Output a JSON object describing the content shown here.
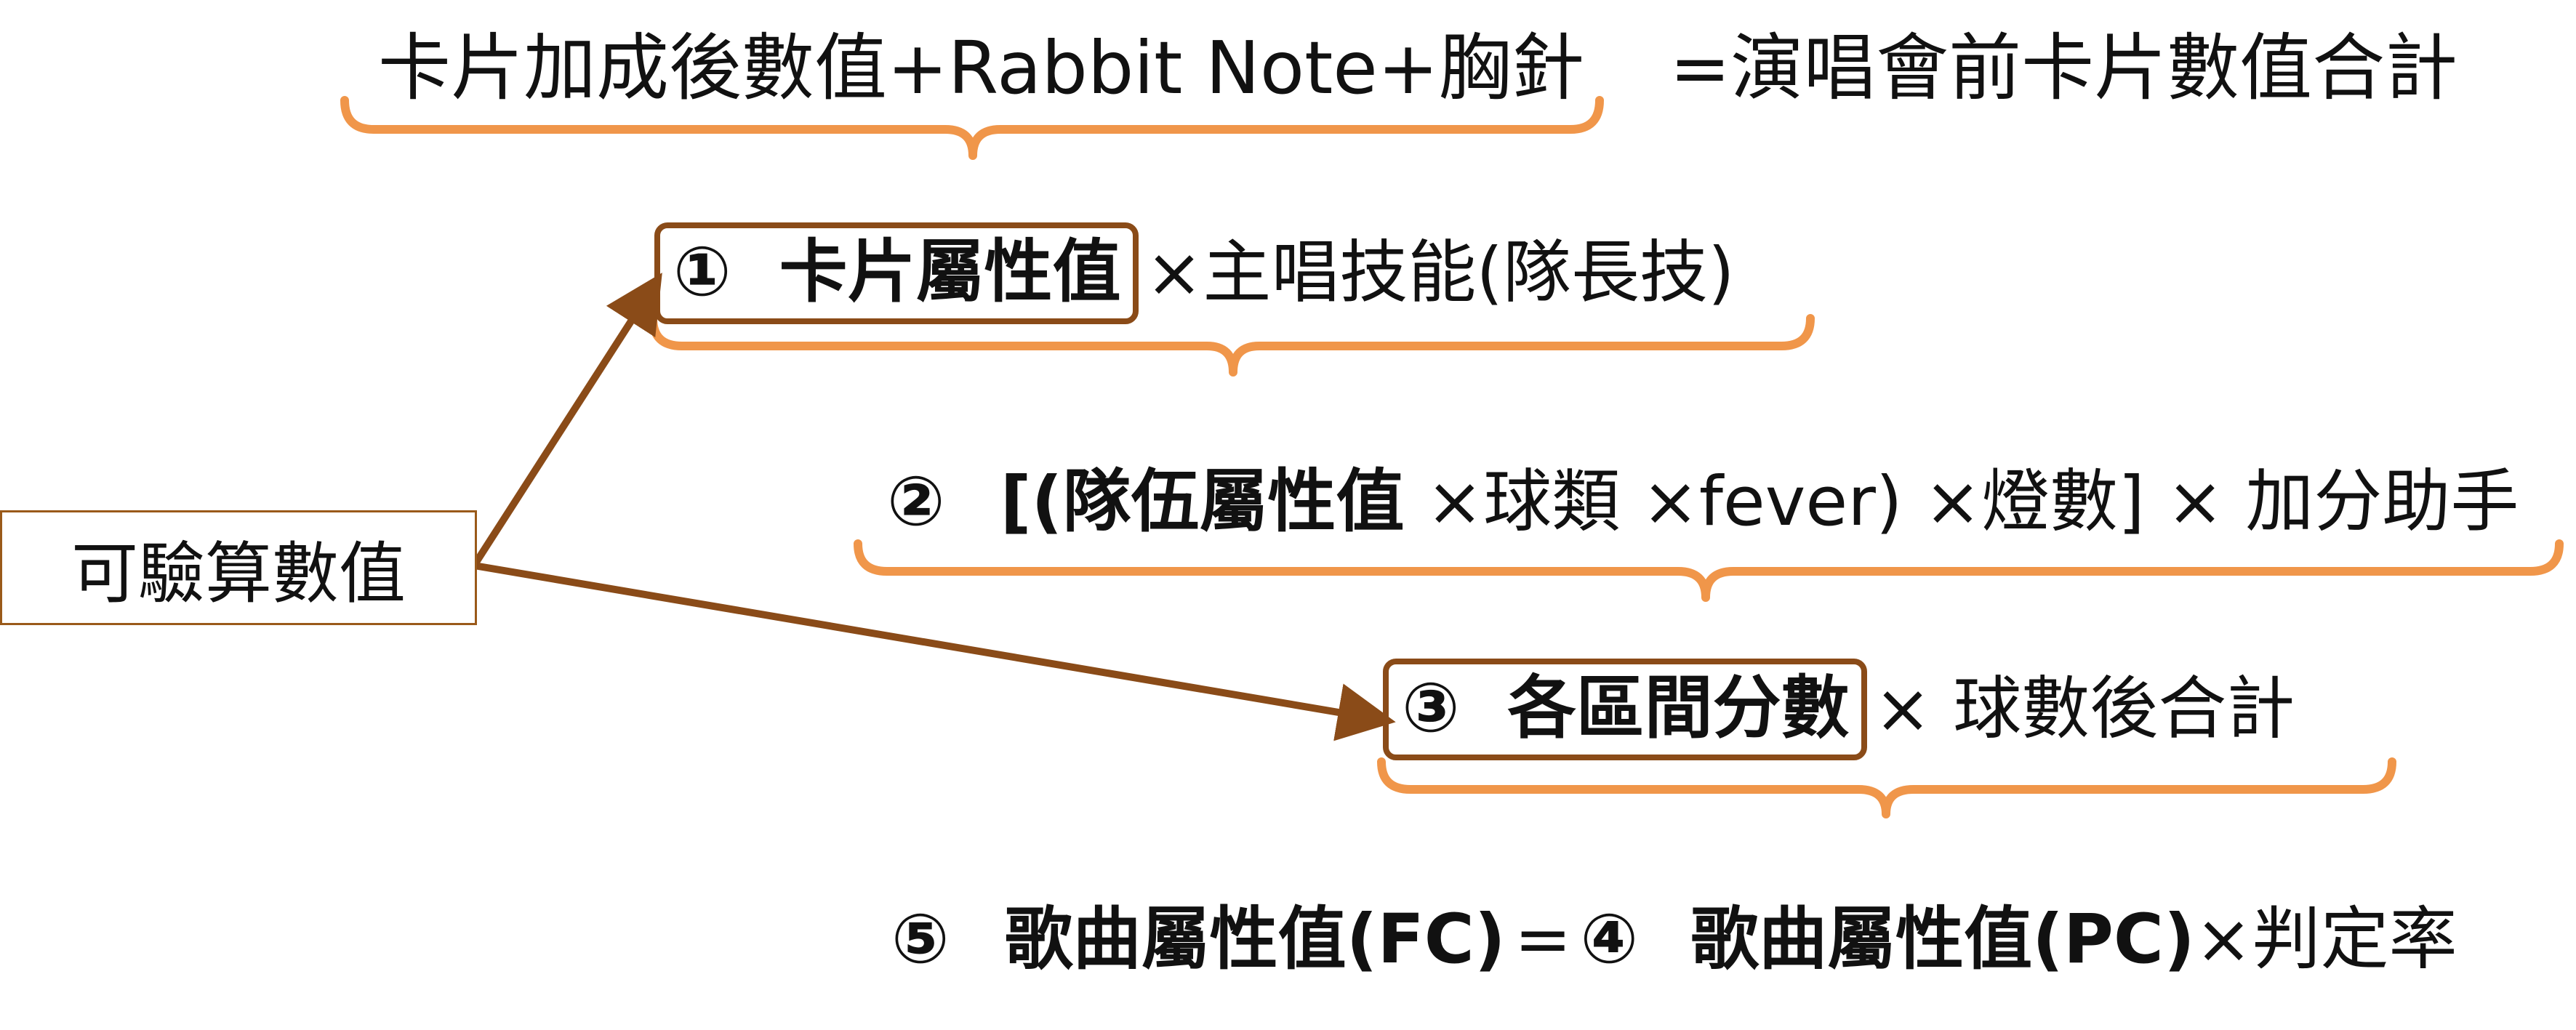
{
  "top_formula": {
    "left": "卡片加成後數值+Rabbit Note+胸針",
    "right": "=演唱會前卡片數值合計"
  },
  "source_box": {
    "label": "可驗算數值"
  },
  "item1": {
    "number": "①",
    "boxed": "卡片屬性值",
    "rest": "×主唱技能(隊長技)"
  },
  "item2": {
    "number": "②",
    "open": "[(",
    "bold": "隊伍屬性值",
    "rest": " ×球類 ×fever) ×燈數] × 加分助手"
  },
  "item3": {
    "number": "③",
    "boxed": "各區間分數",
    "rest": "× 球數後合計"
  },
  "item5": {
    "number5": "⑤",
    "bold5": "歌曲屬性值(FC)",
    "equals": "=",
    "number4": "④",
    "bold4": "歌曲屬性值(PC)",
    "rest": "×判定率"
  },
  "colors": {
    "brace": "#f0964a",
    "arrow": "#8a4b18",
    "box_border": "#8a4b18",
    "text": "#111111"
  }
}
